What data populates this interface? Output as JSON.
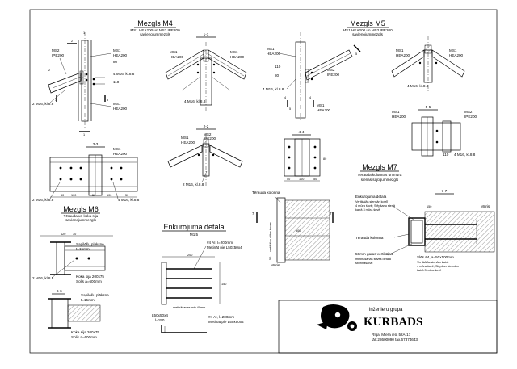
{
  "m4": {
    "title": "Mezgls M4",
    "sub1": "MS1 HEA200 un MS2 IPE200",
    "sub2": "savienojummezgls",
    "ms2": "MS2",
    "ipe200": "IPE200",
    "ms1": "MS1",
    "hea200": "HEA200",
    "bolts4": "4 M16, kl.8.8",
    "bolts2": "2 M16, kl.8.8",
    "dim110": "110",
    "dim80": "80",
    "mark1": "1",
    "mark2": "2",
    "mark3": "3"
  },
  "sec11": {
    "label": "1-1",
    "ms1a": "MS1",
    "hea200a": "HEA200",
    "ms1b": "MS1",
    "hea200b": "HEA200",
    "bolts": "4 M16, kl.8.8"
  },
  "sec22": {
    "label": "2-2",
    "ms2": "MS2",
    "ipe200": "IPE200",
    "ms1": "MS1",
    "hea200": "HEA200",
    "bolts": "2 M16, kl.8.8"
  },
  "sec33": {
    "label": "3-3",
    "ms1": "MS1",
    "hea200": "HEA200",
    "boltsL": "2 M16, kl.8.8",
    "boltsR": "4 M16, kl.8.8",
    "d1": "50",
    "d2": "100",
    "d3": "50",
    "d4": "100",
    "d5": "50"
  },
  "m5": {
    "title": "Mezgls M5",
    "sub1": "MS1 HEA200 un MS2 IPE200",
    "sub2": "savienojummezgls",
    "ms1": "MS1",
    "hea200": "HEA200",
    "ms2": "MS2",
    "ipe200": "IPE200",
    "ms1b": "MS1",
    "hea200b": "HEA200",
    "dim110": "110",
    "bolts": "4 M16, kl.8.8",
    "mark4": "4",
    "mark5": "5"
  },
  "sec44": {
    "label": "4-4",
    "d1": "50",
    "d2": "100",
    "d3": "50",
    "dv": "80"
  },
  "sec55": {
    "label": "5-5",
    "ms1": "MS1",
    "hea200": "HEA200",
    "ms2": "MS2",
    "ipe200": "IPE200",
    "dim110": "110",
    "bolts": "4 M16, kl.8.8"
  },
  "m6": {
    "title": "Mezgls M6",
    "sub1": "Tērauda un koka siju",
    "sub2": "savienojummezgls",
    "plate1": "Sapilēšu plāksne",
    "plate1t": "t=15mm",
    "beam": "Koka sija 200x75",
    "step": "Solis a=600mm",
    "bolts": "2 M16, kl.8.8",
    "sec66": "6-6",
    "plate2": "Sapilēšu plāksne",
    "plate2t": "t=15mm",
    "beam2": "Koka sija 200x75",
    "step2": "Solis a=600mm",
    "d120": "120",
    "d30": "30"
  },
  "anch": {
    "title": "Enkurojuma detala",
    "sub": "M1:5",
    "rebar1": "#4 AI, l=200mm",
    "rebar1b": "Metināt pie L50x50x4",
    "weld": "metināšanas min.40mm",
    "angle": "L50x50x4",
    "length": "l=150",
    "rebar2": "#4 AI, l=200mm",
    "rebar2b": "Metināt pie L50x50x4",
    "d200": "200",
    "d150": "150"
  },
  "m7": {
    "title": "Mezgls M7",
    "sub1": "Tērauda kolonnas un mūra",
    "sub2": "sienas sajūgummezgls",
    "col": "Tērauda kolonna",
    "wall": "Mūris",
    "steel": "50 — vertikālas siltas šuves",
    "mark7": "7",
    "d300": "300"
  },
  "sec77": {
    "label": "7-7",
    "anchor1": "Enkurojuma detala",
    "anchor2": "Vertikālās siensān kotrīī",
    "anchor3": "4 mūra šuvē; Slēpšanu sienā",
    "anchor4": "katrā 3 mūra šuvē",
    "col": "Tērauda kolonna",
    "wall": "Mūris",
    "plates1": "50mm garas vertikālas",
    "plates2": "metināšanas šuves detala",
    "plates3": "stiprināšanai",
    "weld1": "Slēs #4, a=50x100mm",
    "weld2": "Vertikālās sienām katrā",
    "weld3": "4 mūra šuvē; Slēpšan siennām",
    "weld4": "katrā 3 mūra šuvē",
    "d150": "150"
  },
  "titleblock": {
    "group": "inženieru grupa",
    "company": "KURBADS",
    "address": "Rīga, Miera iela 52A-17",
    "phone": "tālr.28600090 fax.67374643"
  }
}
